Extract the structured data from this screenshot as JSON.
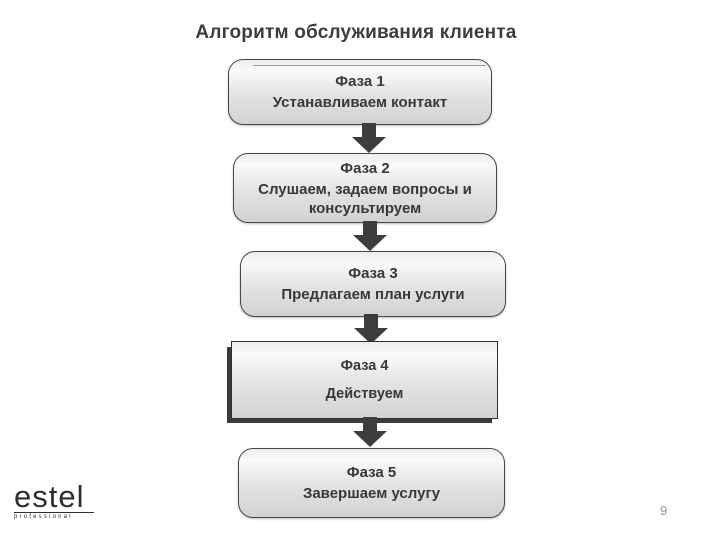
{
  "slide": {
    "title": "Алгоритм обслуживания клиента",
    "page_number": "9",
    "background_color": "#ffffff"
  },
  "flowchart": {
    "steps": [
      {
        "phase": "Фаза 1",
        "text": "Устанавливаем контакт",
        "shape": "rounded"
      },
      {
        "phase": "Фаза 2",
        "text": "Слушаем, задаем вопросы и\nконсультируем",
        "shape": "rounded"
      },
      {
        "phase": "Фаза 3",
        "text": "Предлагаем план услуги",
        "shape": "rounded"
      },
      {
        "phase": "Фаза 4",
        "text": "Действуем",
        "shape": "rectangle-shadow"
      },
      {
        "phase": "Фаза 5",
        "text": "Завершаем услугу",
        "shape": "rounded"
      }
    ],
    "connector": "block-arrow-down",
    "colors": {
      "box_fill_top": "#fafafa",
      "box_fill_bottom": "#d2d2d2",
      "box_border": "#474747",
      "arrow": "#3d3d3d",
      "text": "#383838"
    }
  },
  "logo": {
    "brand": "estel",
    "subtitle": "professional"
  }
}
